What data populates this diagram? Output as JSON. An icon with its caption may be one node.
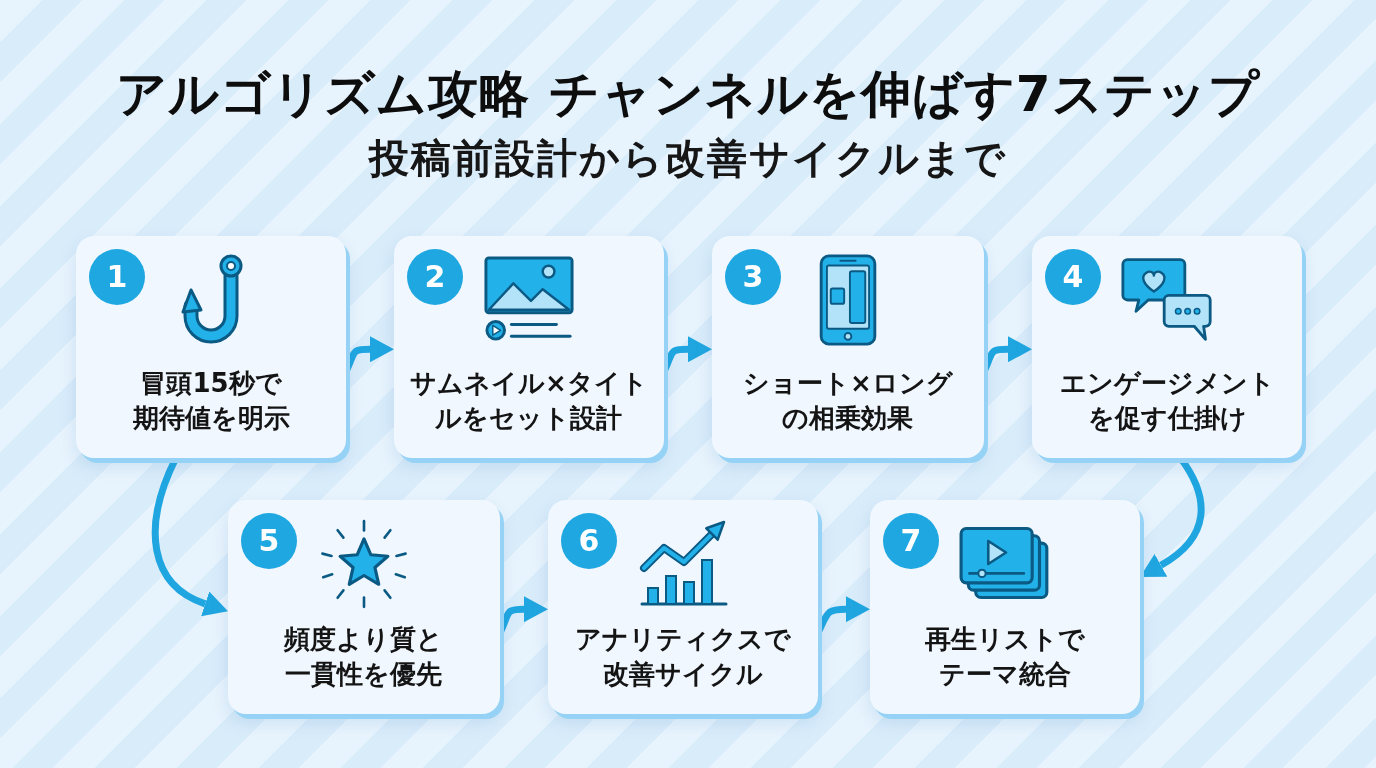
{
  "diagram": {
    "title": "アルゴリズム攻略 チャンネルを伸ばす7ステップ",
    "nodes": [
      {
        "text": [
          "1",
          "冒頭15秒で期待値を明示"
        ]
      },
      {
        "text": [
          "2",
          "サムネイル×タイトルをセット設計"
        ]
      },
      {
        "text": [
          "3",
          "ショート×ロングの相乗効果"
        ]
      },
      {
        "text": [
          "4",
          "エンゲージメントを促す仕掛け"
        ]
      },
      {
        "text": [
          "5",
          "頻度より質と一貫性を優先"
        ]
      },
      {
        "text": [
          "6",
          "アナリティクスで改善サイクル"
        ]
      },
      {
        "text": [
          "7",
          "再生リストでテーマ統合"
        ]
      }
    ],
    "edges": [
      {
        "from": 0,
        "to": 1,
        "arrow": "to"
      },
      {
        "from": 1,
        "to": 2,
        "arrow": "to"
      },
      {
        "from": 2,
        "to": 3,
        "arrow": "to"
      },
      {
        "from": 3,
        "to": 6,
        "arrow": "to"
      },
      {
        "from": 0,
        "to": 4,
        "arrow": "to"
      },
      {
        "from": 4,
        "to": 5,
        "arrow": "to"
      },
      {
        "from": 5,
        "to": 6,
        "arrow": "to"
      }
    ],
    "labels": [
      "投稿前設計から改善サイクルまで"
    ]
  }
}
